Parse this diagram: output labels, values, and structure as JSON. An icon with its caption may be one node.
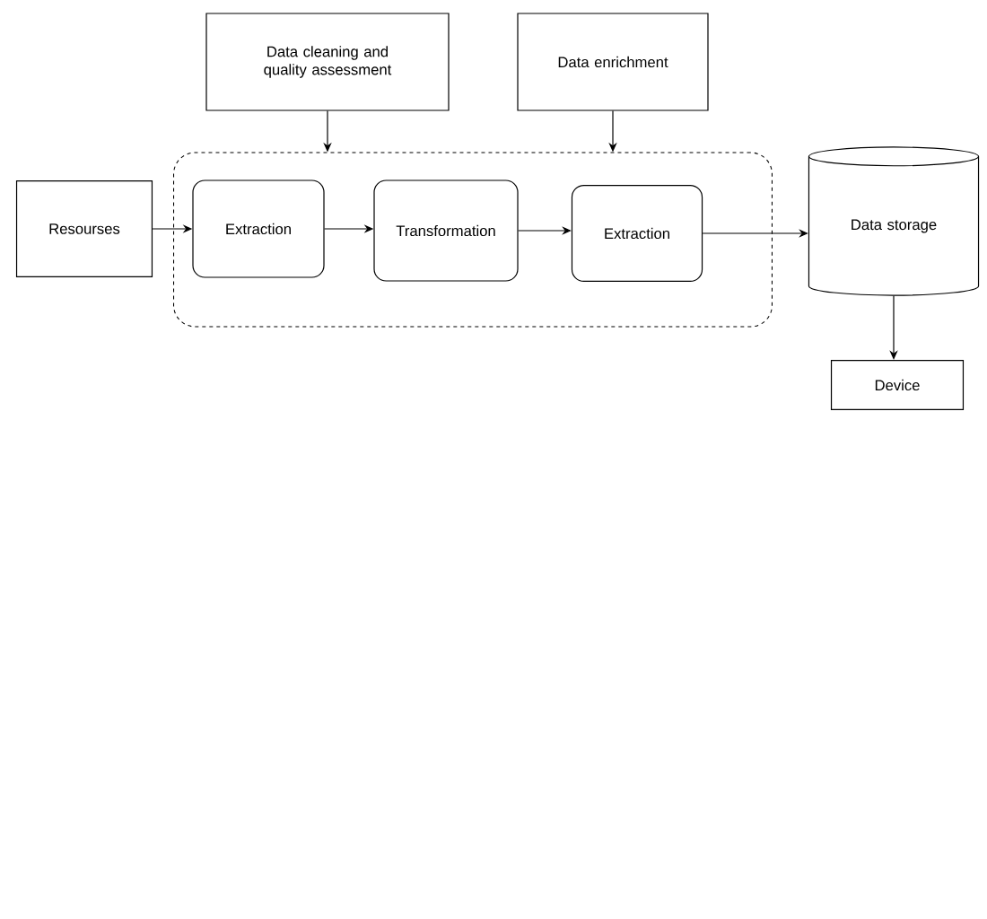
{
  "diagram": {
    "nodes": [
      {
        "text": [
          "Data cleaning and quality assessment"
        ]
      },
      {
        "text": [
          "Data enrichment"
        ]
      },
      {
        "text": [],
        "shape": "box"
      },
      {
        "text": [
          "Resourses"
        ]
      },
      {
        "text": [
          "Extraction"
        ],
        "in": 2
      },
      {
        "text": [
          "Transformation"
        ],
        "in": 2
      },
      {
        "text": [
          "Extraction"
        ],
        "in": 2
      },
      {
        "text": [
          "Data storage"
        ]
      },
      {
        "text": [
          "Device"
        ]
      }
    ],
    "edges": [
      {
        "from": 0,
        "to": 2,
        "arrow": "to"
      },
      {
        "from": 1,
        "to": 2,
        "arrow": "to"
      },
      {
        "from": 3,
        "to": 4,
        "arrow": "to"
      },
      {
        "from": 4,
        "to": 5,
        "arrow": "to"
      },
      {
        "from": 5,
        "to": 6,
        "arrow": "to"
      },
      {
        "from": 6,
        "to": 7,
        "arrow": "to"
      },
      {
        "from": 7,
        "to": 8,
        "arrow": "to"
      }
    ]
  }
}
